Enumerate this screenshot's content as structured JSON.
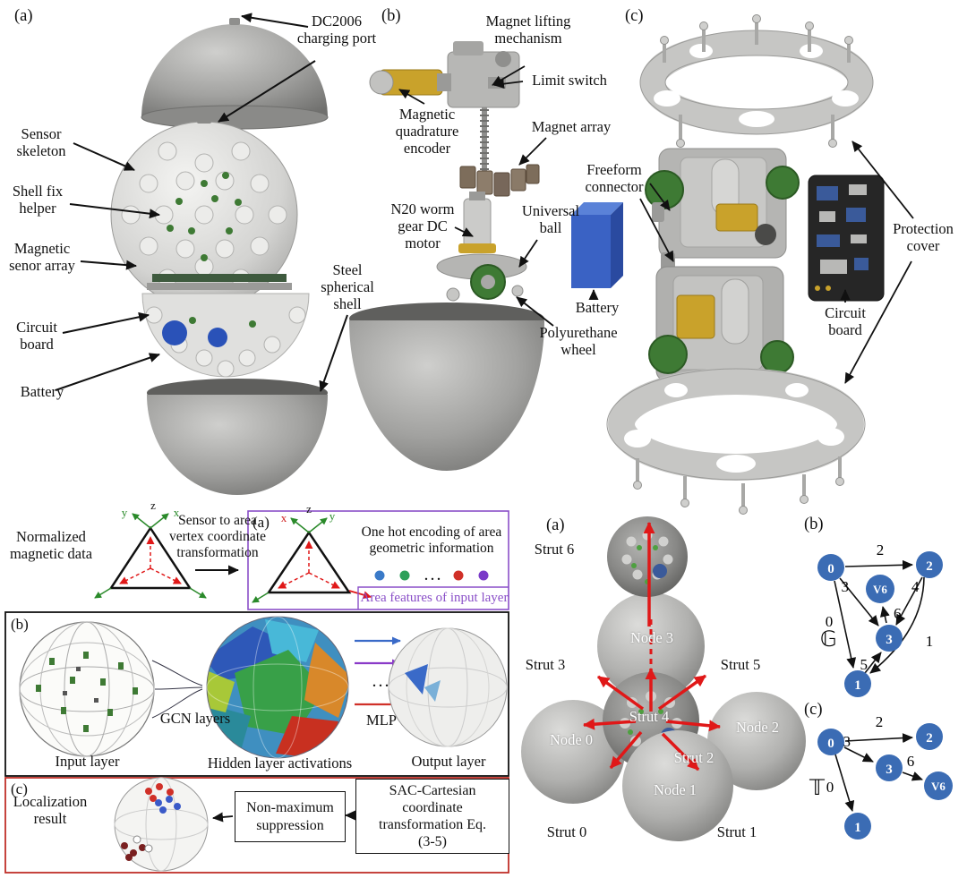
{
  "figure": {
    "exploded_view": {
      "tag": "(a)",
      "labels": {
        "charging_port": "DC2006 charging port",
        "sensor_skeleton": "Sensor skeleton",
        "shell_fix_helper": "Shell fix helper",
        "magnetic_sensor_array": "Magnetic senor array",
        "circuit_board": "Circuit board",
        "battery": "Battery",
        "steel_shell": "Steel spherical shell"
      }
    },
    "drive_unit": {
      "tag": "(b)",
      "labels": {
        "magnet_lifting": "Magnet lifting mechanism",
        "limit_switch": "Limit switch",
        "magnet_array": "Magnet array",
        "encoder": "Magnetic quadrature encoder",
        "motor": "N20 worm gear DC motor",
        "universal_ball": "Universal ball",
        "battery": "Battery",
        "wheel": "Polyurethane wheel"
      }
    },
    "chassis": {
      "tag": "(c)",
      "labels": {
        "freeform_connector": "Freeform connector",
        "circuit_board": "Circuit board",
        "protection_cover": "Protection cover"
      }
    },
    "pipeline": {
      "tag_a": "(a)",
      "tag_b": "(b)",
      "tag_c": "(c)",
      "normalized": "Normalized magnetic data",
      "sensor_transform": "Sensor to area vertex coordinate transformation",
      "one_hot": "One hot encoding of area geometric information",
      "area_features": "Area features of input layer",
      "input_layer": "Input layer",
      "gcn_layers": "GCN layers",
      "hidden_activations": "Hidden layer activations",
      "mlp": "MLP",
      "ellipsis": "...",
      "output_layer": "Output layer",
      "localization_result": "Localization result",
      "nms": "Non-maximum suppression",
      "sac_transform": "SAC-Cartesian coordinate transformation Eq. (3-5)",
      "axes": {
        "x": "x",
        "y": "y",
        "z": "z"
      }
    },
    "topology": {
      "tag_a": "(a)",
      "tag_b": "(b)",
      "tag_c": "(c)",
      "struts": [
        "Strut 0",
        "Strut 1",
        "Strut 2",
        "Strut 3",
        "Strut 4",
        "Strut 5",
        "Strut 6"
      ],
      "nodes": [
        "Node 0",
        "Node 1",
        "Node 2",
        "Node 3"
      ],
      "graph": {
        "symbol": "𝔾",
        "nodes": [
          "0",
          "2",
          "V6",
          "3",
          "1"
        ],
        "edges": [
          "2",
          "3",
          "4",
          "6",
          "0",
          "1",
          "5"
        ]
      },
      "tree": {
        "symbol": "𝕋",
        "nodes": [
          "0",
          "2",
          "3",
          "V6",
          "1"
        ],
        "edges": [
          "2",
          "3",
          "6",
          "0"
        ]
      }
    },
    "colors": {
      "annotation_purple": "#8a4fc8",
      "result_box_red": "#c03028",
      "graph_node_blue": "#3b6cb4",
      "strut_arrow_red": "#e01818",
      "battery_blue": "#3a62c4",
      "wheel_green": "#3e7a34",
      "onehot_dots": [
        "#3a7ac8",
        "#2ea05a",
        "#d03028",
        "#7a3ac8"
      ]
    }
  }
}
